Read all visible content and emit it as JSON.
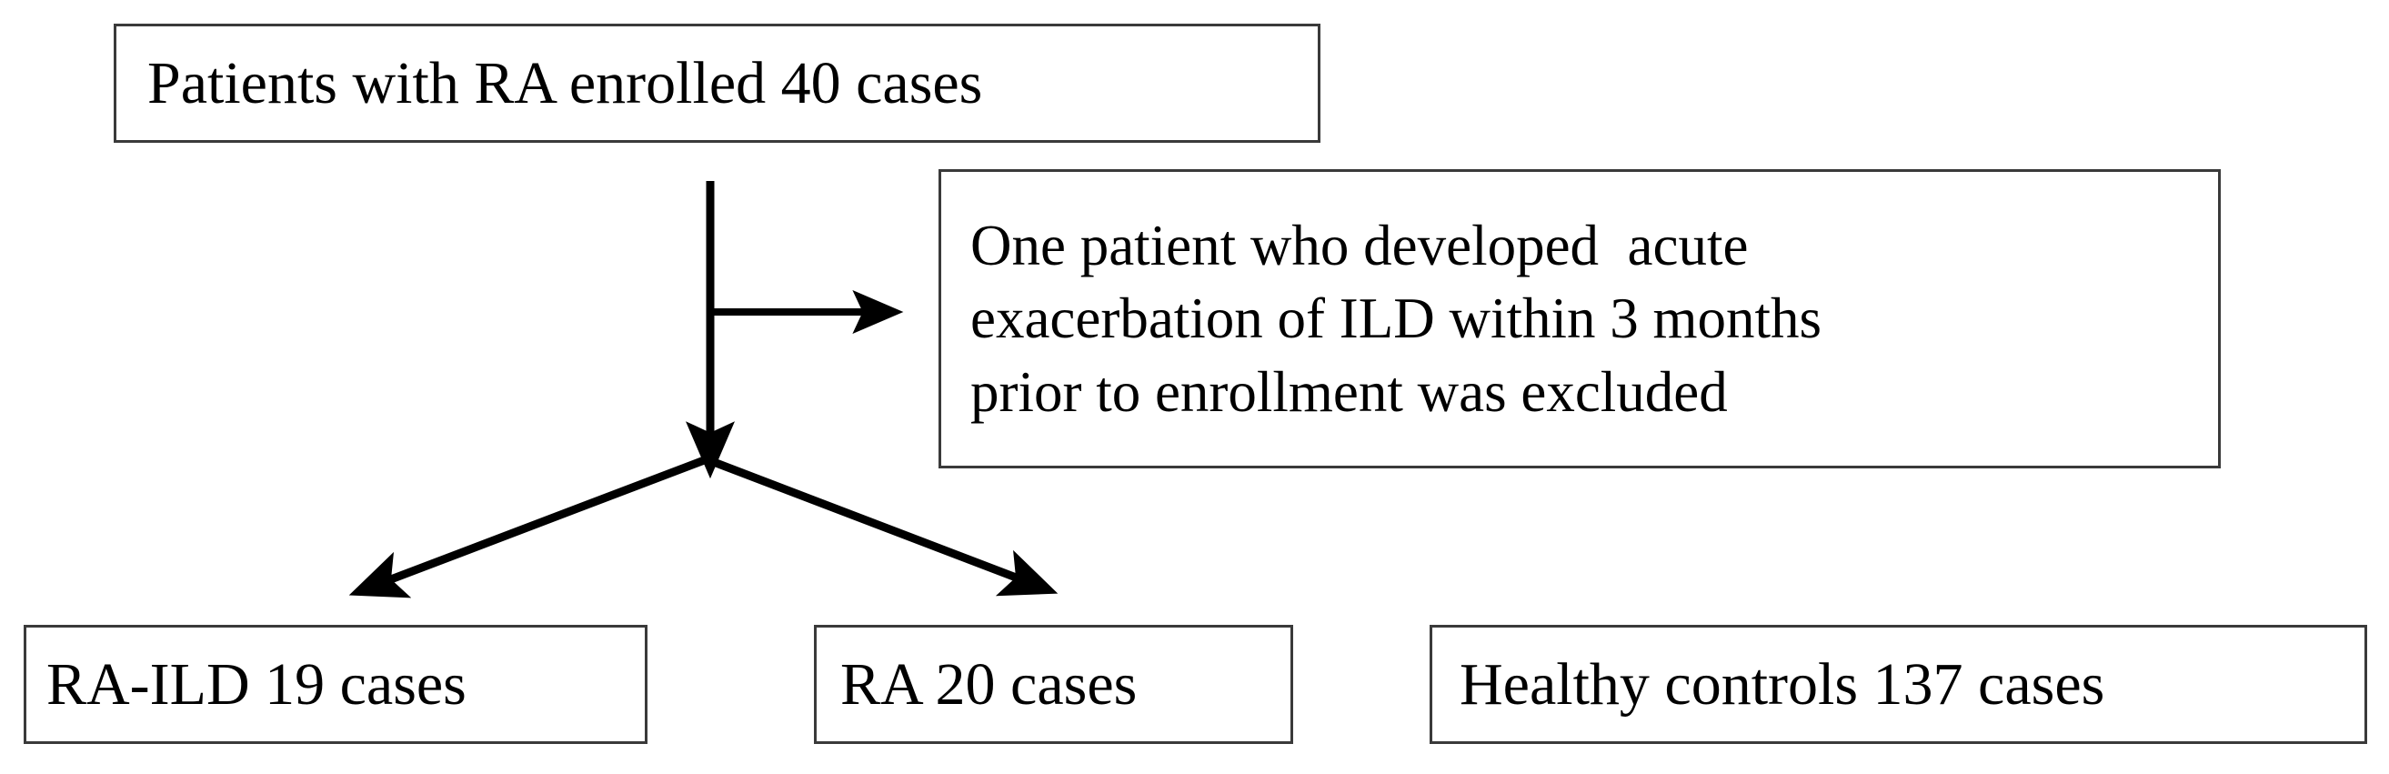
{
  "figure": {
    "type": "study-enrollment-flowchart",
    "background_color": "#ffffff",
    "line_color": "#000000",
    "box_border_color": "#3a3a3a",
    "text_color": "#000000"
  },
  "nodes": {
    "enrolled": {
      "label": "Patients with RA enrolled 40 cases",
      "count": 40,
      "group": "RA patients enrolled"
    },
    "excluded": {
      "line1": "One patient who developed  acute",
      "line2": "exacerbation of ILD within 3 months",
      "line3": "prior to enrollment was excluded",
      "full_label": "One patient who developed acute exacerbation of ILD within 3 months prior to enrollment was excluded",
      "count": 1
    },
    "ra_ild": {
      "label": "RA-ILD 19 cases",
      "count": 19,
      "group": "RA-ILD"
    },
    "ra": {
      "label": "RA 20 cases",
      "count": 20,
      "group": "RA"
    },
    "healthy": {
      "label": "Healthy controls 137 cases",
      "count": 137,
      "group": "Healthy controls"
    }
  },
  "connectors": {
    "stem_down": "vertical arrow from enrolled box down to split point",
    "branch_right": "horizontal arrow to excluded box",
    "branch_left": "diagonal arrow down-left to RA-ILD box",
    "branch_right_down": "diagonal arrow down-right to RA box"
  }
}
